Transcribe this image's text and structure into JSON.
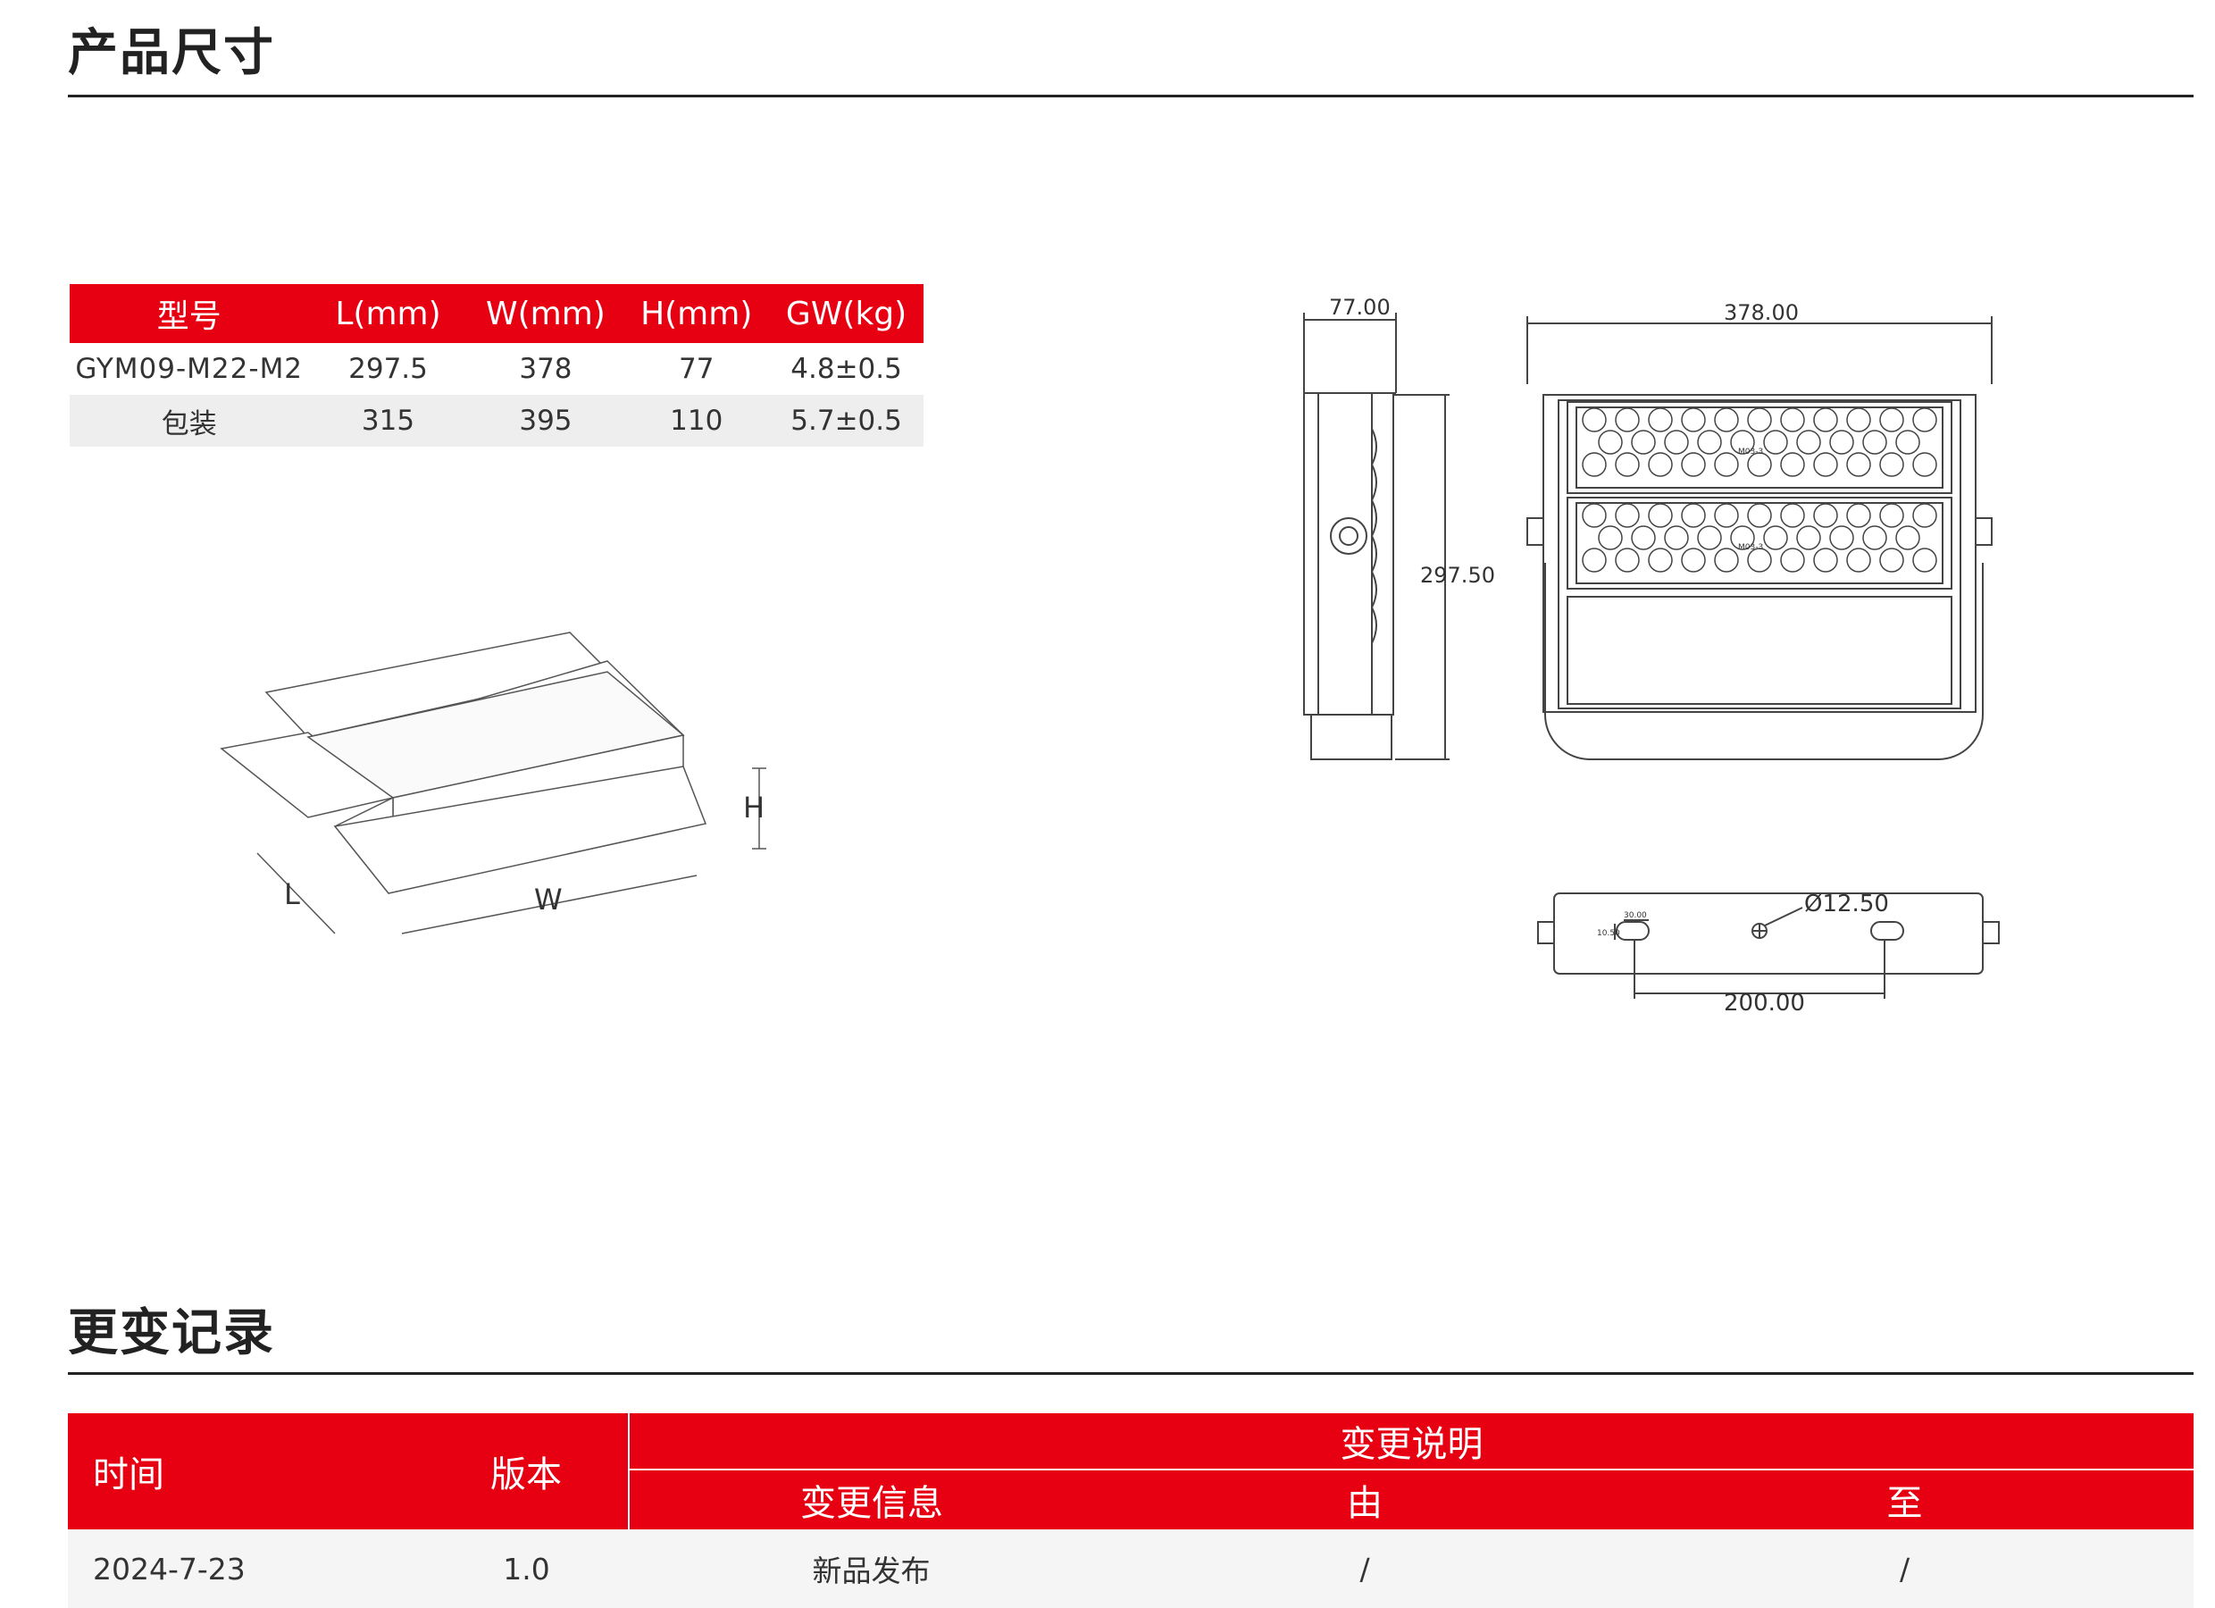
{
  "sections": {
    "dimensions_title": "产品尺寸",
    "changelog_title": "更变记录"
  },
  "spec_table": {
    "headers": [
      "型号",
      "L(mm)",
      "W(mm)",
      "H(mm)",
      "GW(kg)"
    ],
    "rows": [
      [
        "GYM09-M22-M2",
        "297.5",
        "378",
        "77",
        "4.8±0.5"
      ],
      [
        "包装",
        "315",
        "395",
        "110",
        "5.7±0.5"
      ]
    ]
  },
  "box_diagram": {
    "label_l": "L",
    "label_w": "W",
    "label_h": "H"
  },
  "product_drawing": {
    "side_depth": "77.00",
    "front_width": "378.00",
    "height": "297.50",
    "bottom_slot_w": "30.00",
    "bottom_slot_h": "10.50",
    "hole_dia": "Ø12.50",
    "hole_spacing": "200.00",
    "module_label": "M03-3"
  },
  "changelog": {
    "h_time": "时间",
    "h_version": "版本",
    "h_desc": "变更说明",
    "h_info": "变更信息",
    "h_from": "由",
    "h_to": "至",
    "rows": [
      [
        "2024-7-23",
        "1.0",
        "新品发布",
        "/",
        "/"
      ]
    ]
  },
  "colors": {
    "accent": "#e60012",
    "text": "#222222",
    "stripe": "#eeeeee"
  }
}
